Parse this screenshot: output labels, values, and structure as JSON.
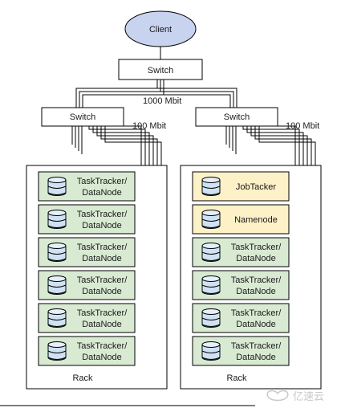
{
  "client": {
    "label": "Client",
    "fill": "#c7d3ef"
  },
  "core_switch": {
    "label": "Switch"
  },
  "core_link": {
    "label": "1000 Mbit"
  },
  "racks": [
    {
      "switch_label": "Switch",
      "link_label": "100 Mbit",
      "rack_label": "Rack",
      "nodes": [
        {
          "line1": "TaskTracker/",
          "line2": "DataNode",
          "role": "worker"
        },
        {
          "line1": "TaskTracker/",
          "line2": "DataNode",
          "role": "worker"
        },
        {
          "line1": "TaskTracker/",
          "line2": "DataNode",
          "role": "worker"
        },
        {
          "line1": "TaskTracker/",
          "line2": "DataNode",
          "role": "worker"
        },
        {
          "line1": "TaskTracker/",
          "line2": "DataNode",
          "role": "worker"
        },
        {
          "line1": "TaskTracker/",
          "line2": "DataNode",
          "role": "worker"
        }
      ]
    },
    {
      "switch_label": "Switch",
      "link_label": "100 Mbit",
      "rack_label": "Rack",
      "nodes": [
        {
          "line1": "JobTacker",
          "line2": "",
          "role": "master"
        },
        {
          "line1": "Namenode",
          "line2": "",
          "role": "master"
        },
        {
          "line1": "TaskTracker/",
          "line2": "DataNode",
          "role": "worker"
        },
        {
          "line1": "TaskTracker/",
          "line2": "DataNode",
          "role": "worker"
        },
        {
          "line1": "TaskTracker/",
          "line2": "DataNode",
          "role": "worker"
        },
        {
          "line1": "TaskTracker/",
          "line2": "DataNode",
          "role": "worker"
        }
      ]
    }
  ],
  "colors": {
    "worker_fill": "#d9ead3",
    "master_fill": "#fdf1c7",
    "disk_fill": "#cfe2f3",
    "line": "#000000"
  },
  "icons": {
    "node_icon": "database-icon"
  },
  "watermark": {
    "text": "亿速云"
  }
}
